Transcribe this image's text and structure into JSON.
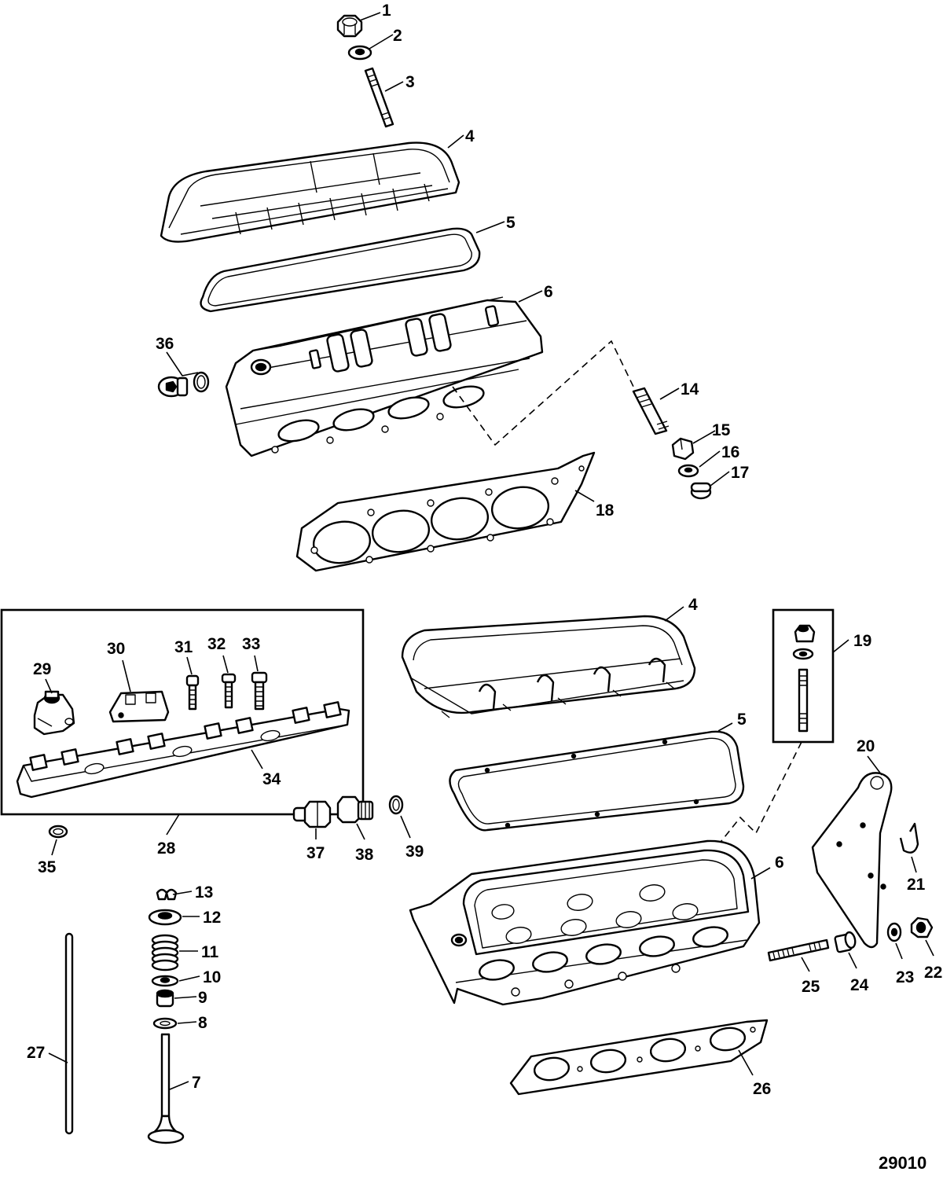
{
  "diagram": {
    "figure_number": "29010",
    "callouts": [
      {
        "id": "c1",
        "label": "1"
      },
      {
        "id": "c2",
        "label": "2"
      },
      {
        "id": "c3",
        "label": "3"
      },
      {
        "id": "c4a",
        "label": "4"
      },
      {
        "id": "c5a",
        "label": "5"
      },
      {
        "id": "c6a",
        "label": "6"
      },
      {
        "id": "c36",
        "label": "36"
      },
      {
        "id": "c14",
        "label": "14"
      },
      {
        "id": "c15",
        "label": "15"
      },
      {
        "id": "c16",
        "label": "16"
      },
      {
        "id": "c17",
        "label": "17"
      },
      {
        "id": "c18",
        "label": "18"
      },
      {
        "id": "c29",
        "label": "29"
      },
      {
        "id": "c30",
        "label": "30"
      },
      {
        "id": "c31",
        "label": "31"
      },
      {
        "id": "c32",
        "label": "32"
      },
      {
        "id": "c33",
        "label": "33"
      },
      {
        "id": "c34",
        "label": "34"
      },
      {
        "id": "c28",
        "label": "28"
      },
      {
        "id": "c35",
        "label": "35"
      },
      {
        "id": "c4b",
        "label": "4"
      },
      {
        "id": "c19",
        "label": "19"
      },
      {
        "id": "c5b",
        "label": "5"
      },
      {
        "id": "c20",
        "label": "20"
      },
      {
        "id": "c21",
        "label": "21"
      },
      {
        "id": "c6b",
        "label": "6"
      },
      {
        "id": "c13",
        "label": "13"
      },
      {
        "id": "c12",
        "label": "12"
      },
      {
        "id": "c11",
        "label": "11"
      },
      {
        "id": "c10",
        "label": "10"
      },
      {
        "id": "c9",
        "label": "9"
      },
      {
        "id": "c8",
        "label": "8"
      },
      {
        "id": "c7",
        "label": "7"
      },
      {
        "id": "c27",
        "label": "27"
      },
      {
        "id": "c37",
        "label": "37"
      },
      {
        "id": "c38",
        "label": "38"
      },
      {
        "id": "c39",
        "label": "39"
      },
      {
        "id": "c25",
        "label": "25"
      },
      {
        "id": "c24",
        "label": "24"
      },
      {
        "id": "c23",
        "label": "23"
      },
      {
        "id": "c22",
        "label": "22"
      },
      {
        "id": "c26",
        "label": "26"
      }
    ]
  }
}
